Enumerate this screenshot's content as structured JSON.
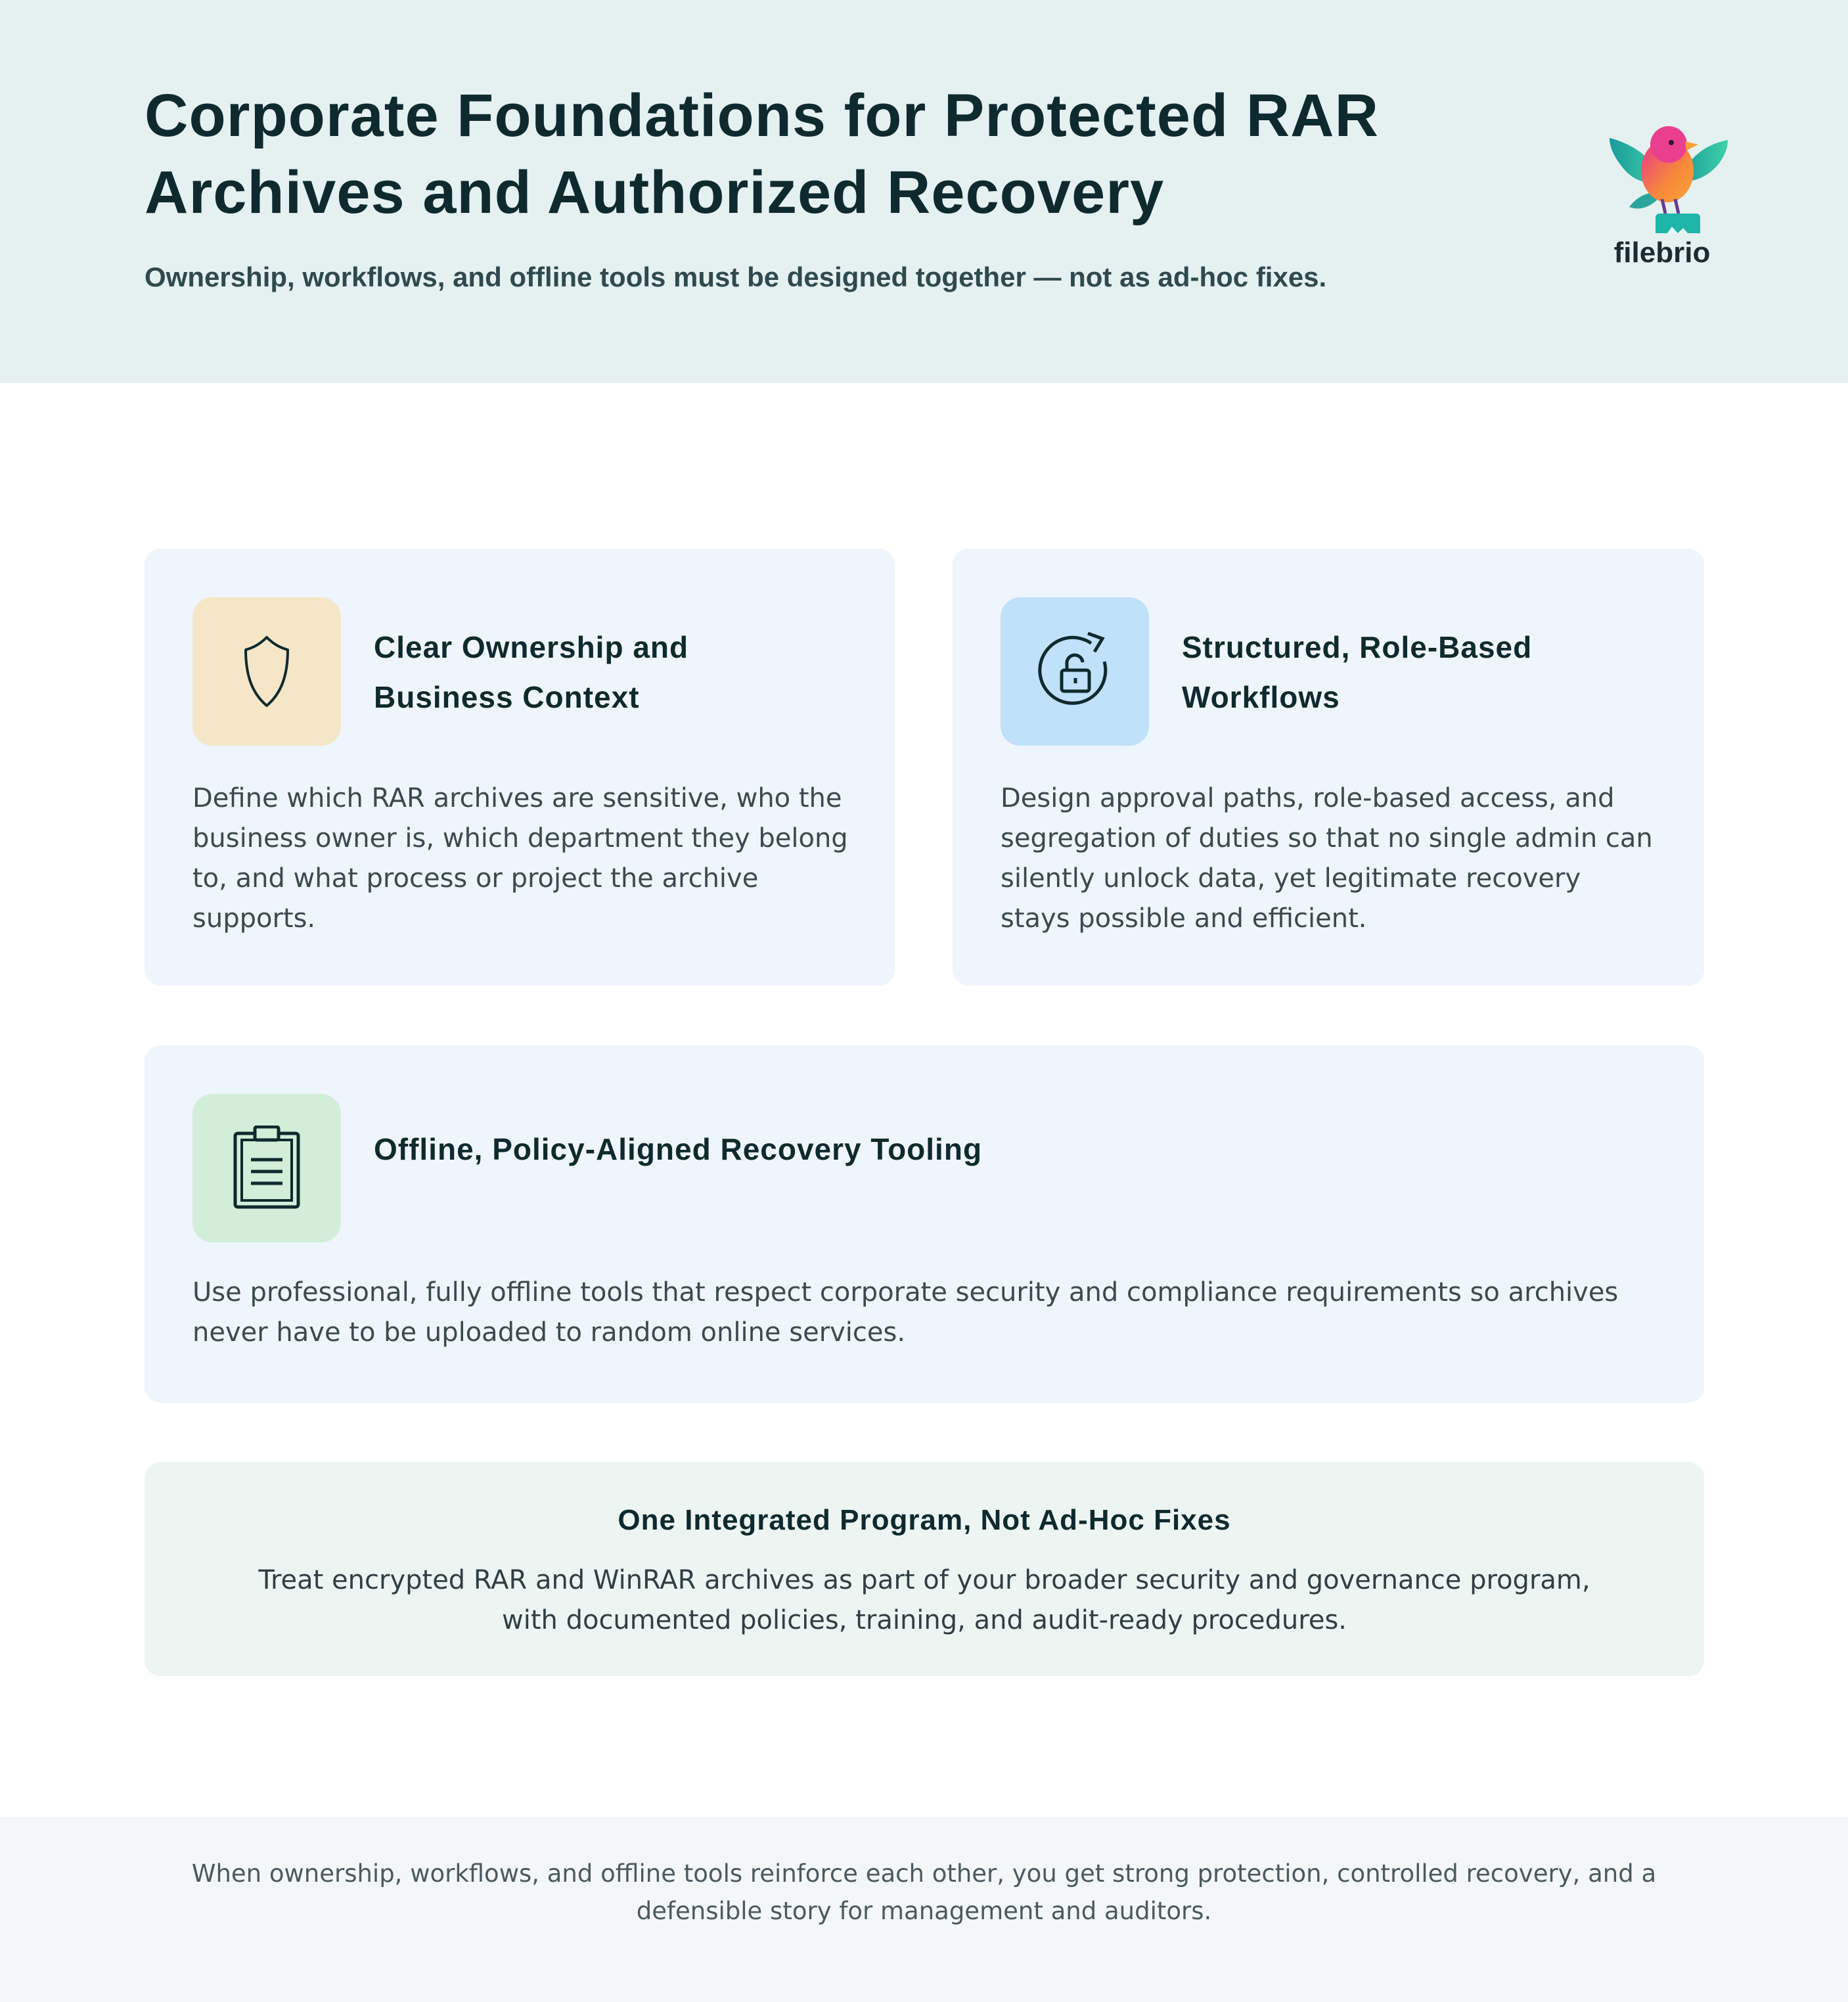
{
  "header": {
    "title": "Corporate Foundations for Protected RAR Archives and Authorized Recovery",
    "subtitle": "Ownership, workflows, and offline tools must be designed together — not as ad-hoc fixes.",
    "logo_text": "filebrio"
  },
  "cards": [
    {
      "icon": "shield-icon",
      "icon_bg": "#f5e6c8",
      "title": "Clear Ownership and Business Context",
      "body": "Define which RAR archives are sensitive, who the business owner is, which department they belong to, and what process or project the archive supports."
    },
    {
      "icon": "unlock-refresh-icon",
      "icon_bg": "#bfe1fa",
      "title": "Structured, Role-Based Workflows",
      "body": "Design approval paths, role-based access, and segregation of duties so that no single admin can silently unlock data, yet legitimate recovery stays possible and efficient."
    },
    {
      "icon": "clipboard-icon",
      "icon_bg": "#d3eed8",
      "title": "Offline, Policy-Aligned Recovery Tooling",
      "body": "Use professional, fully offline tools that respect corporate security and compliance requirements so archives never have to be uploaded to random online services."
    }
  ],
  "summary": {
    "title": "One Integrated Program, Not Ad-Hoc Fixes",
    "body": "Treat encrypted RAR and WinRAR archives as part of your broader security and governance program, with documented policies, training, and audit-ready procedures."
  },
  "footer": {
    "text": "When ownership, workflows, and offline tools reinforce each other, you get strong protection, controlled recovery, and a defensible story for management and auditors."
  }
}
